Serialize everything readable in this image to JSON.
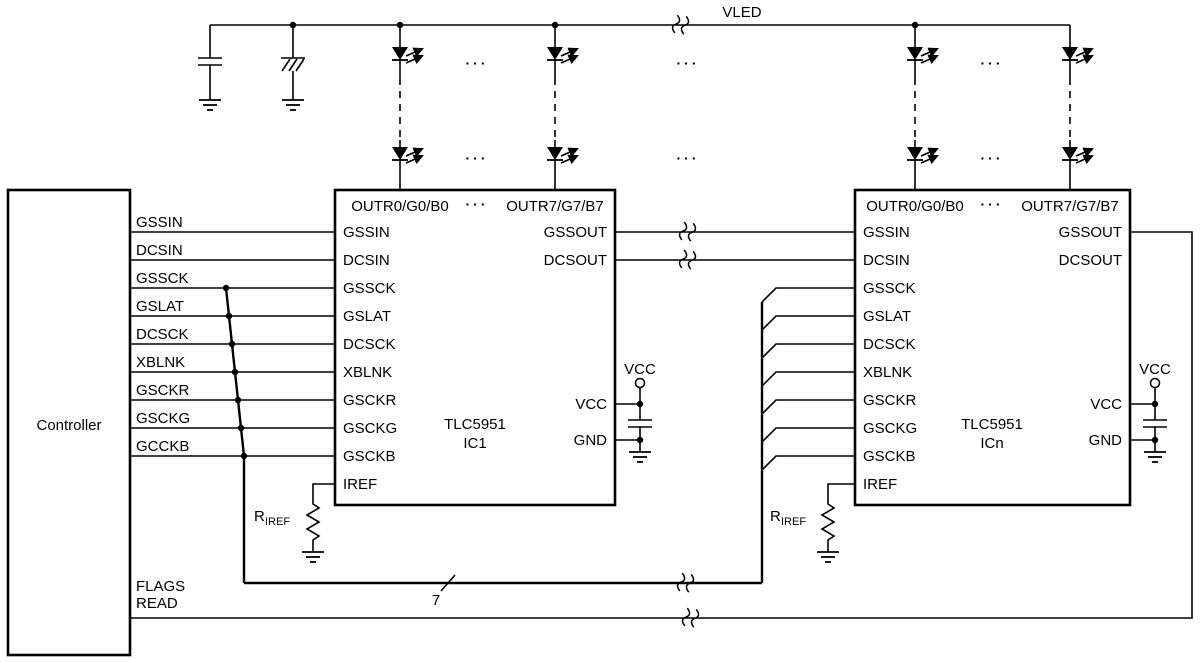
{
  "diagram": {
    "power_rail": "VLED",
    "ellipsis": "···",
    "vcc_label": "VCC",
    "bus": {
      "width_label": "7"
    },
    "resistor": {
      "prefix": "R",
      "subscript": "IREF"
    },
    "controller": {
      "label": "Controller",
      "outputs": [
        "GSSIN",
        "DCSIN",
        "GSSCK",
        "GSLAT",
        "DCSCK",
        "XBLNK",
        "GSCKR",
        "GSCKG",
        "GCCKB"
      ],
      "flags_line1": "FLAGS",
      "flags_line2": "READ"
    },
    "ic1": {
      "part": "TLC5951",
      "designator": "IC1",
      "top_pins": [
        "OUTR0/G0/B0",
        "OUTR7/G7/B7"
      ],
      "left_pins": [
        "GSSIN",
        "DCSIN",
        "GSSCK",
        "GSLAT",
        "DCSCK",
        "XBLNK",
        "GSCKR",
        "GSCKG",
        "GSCKB",
        "IREF"
      ],
      "right_pins": [
        "GSSOUT",
        "DCSOUT"
      ],
      "power_pins": [
        "VCC",
        "GND"
      ]
    },
    "icn": {
      "part": "TLC5951",
      "designator": "ICn",
      "top_pins": [
        "OUTR0/G0/B0",
        "OUTR7/G7/B7"
      ],
      "left_pins": [
        "GSSIN",
        "DCSIN",
        "GSSCK",
        "GSLAT",
        "DCSCK",
        "XBLNK",
        "GSCKR",
        "GSCKG",
        "GSCKB",
        "IREF"
      ],
      "right_pins": [
        "GSSOUT",
        "DCSOUT"
      ],
      "power_pins": [
        "VCC",
        "GND"
      ]
    }
  }
}
